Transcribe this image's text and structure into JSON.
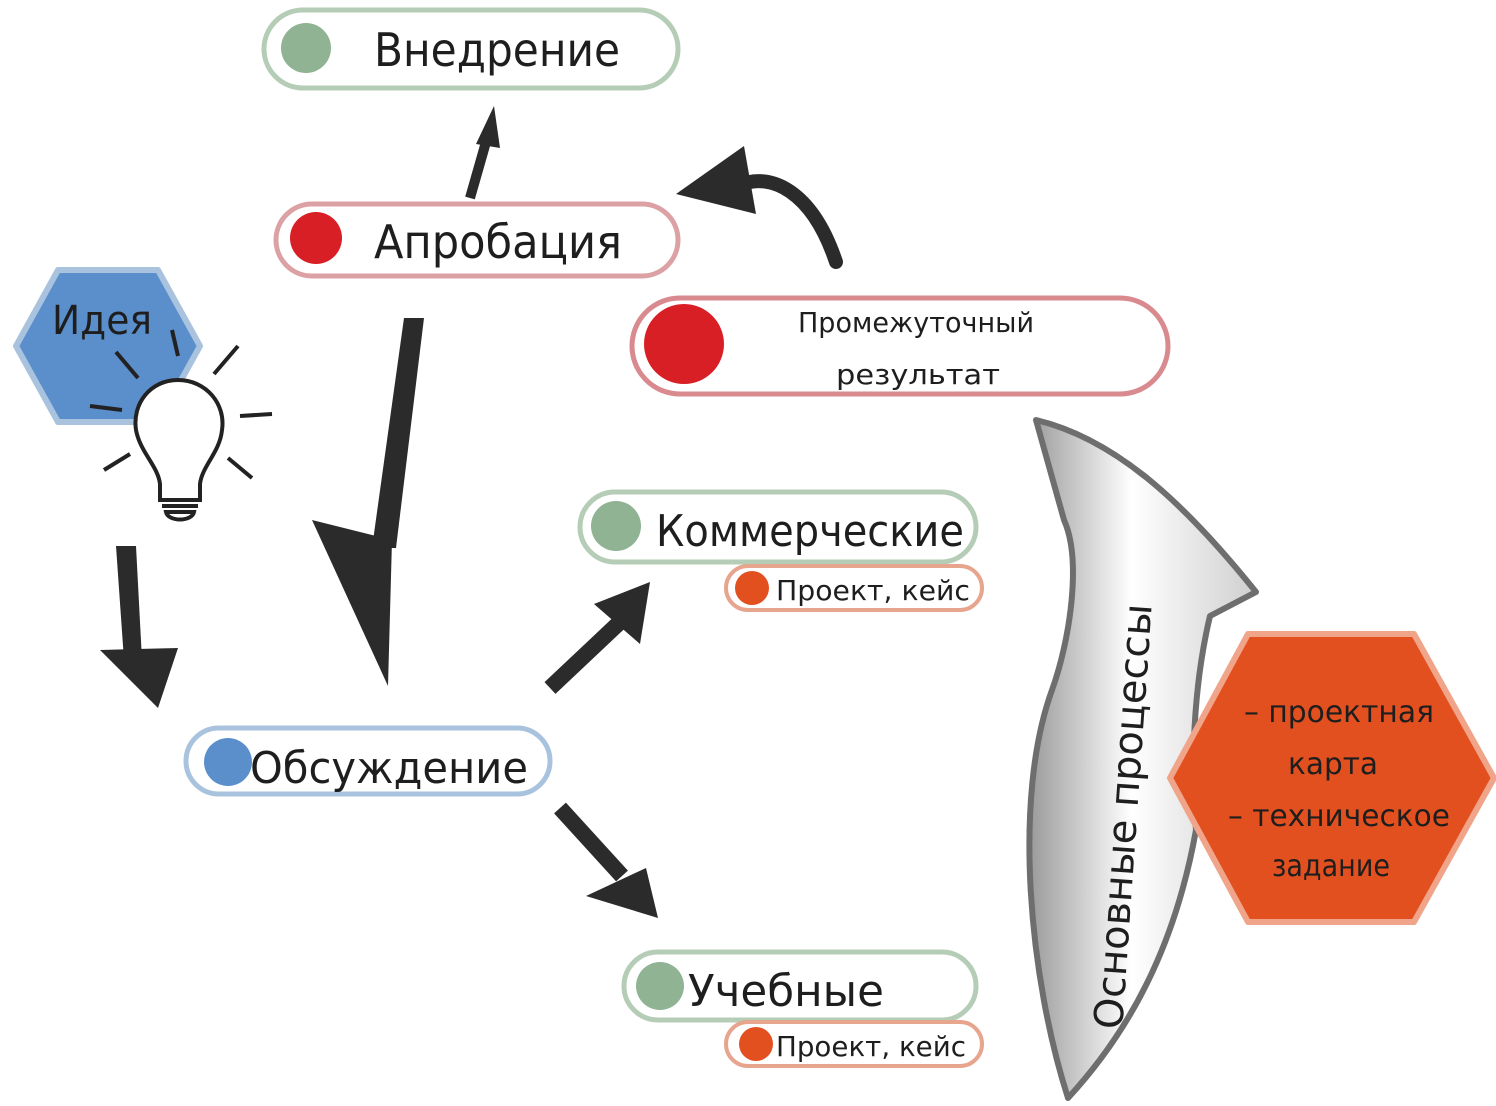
{
  "nodes": {
    "vnedrenie": {
      "label": "Внедрение"
    },
    "aprobaciya": {
      "label": "Апробация"
    },
    "promezhutochnyi": {
      "line1": "Промежуточный",
      "line2": "результат"
    },
    "ideya": {
      "label": "Идея"
    },
    "obsuzhdenie": {
      "label": "Обсуждение"
    },
    "kommercheskie": {
      "label": "Коммерческие",
      "sub": "Проект, кейс"
    },
    "uchebnye": {
      "label": "Учебные",
      "sub": "Проект, кейс"
    },
    "osnovnye": {
      "label": "Основные процессы"
    },
    "documents": {
      "line1": "– проектная",
      "line2": "карта",
      "line3": "– техническое",
      "line4": "задание"
    }
  },
  "colors": {
    "green_dot": "#8fb393",
    "red_dot": "#d81f26",
    "blue_dot": "#5b8fcc",
    "orange_dot": "#e3501f",
    "hex_blue": "#5b8fcc",
    "hex_orange": "#e3501f",
    "arrow_dark": "#2b2b2b"
  }
}
